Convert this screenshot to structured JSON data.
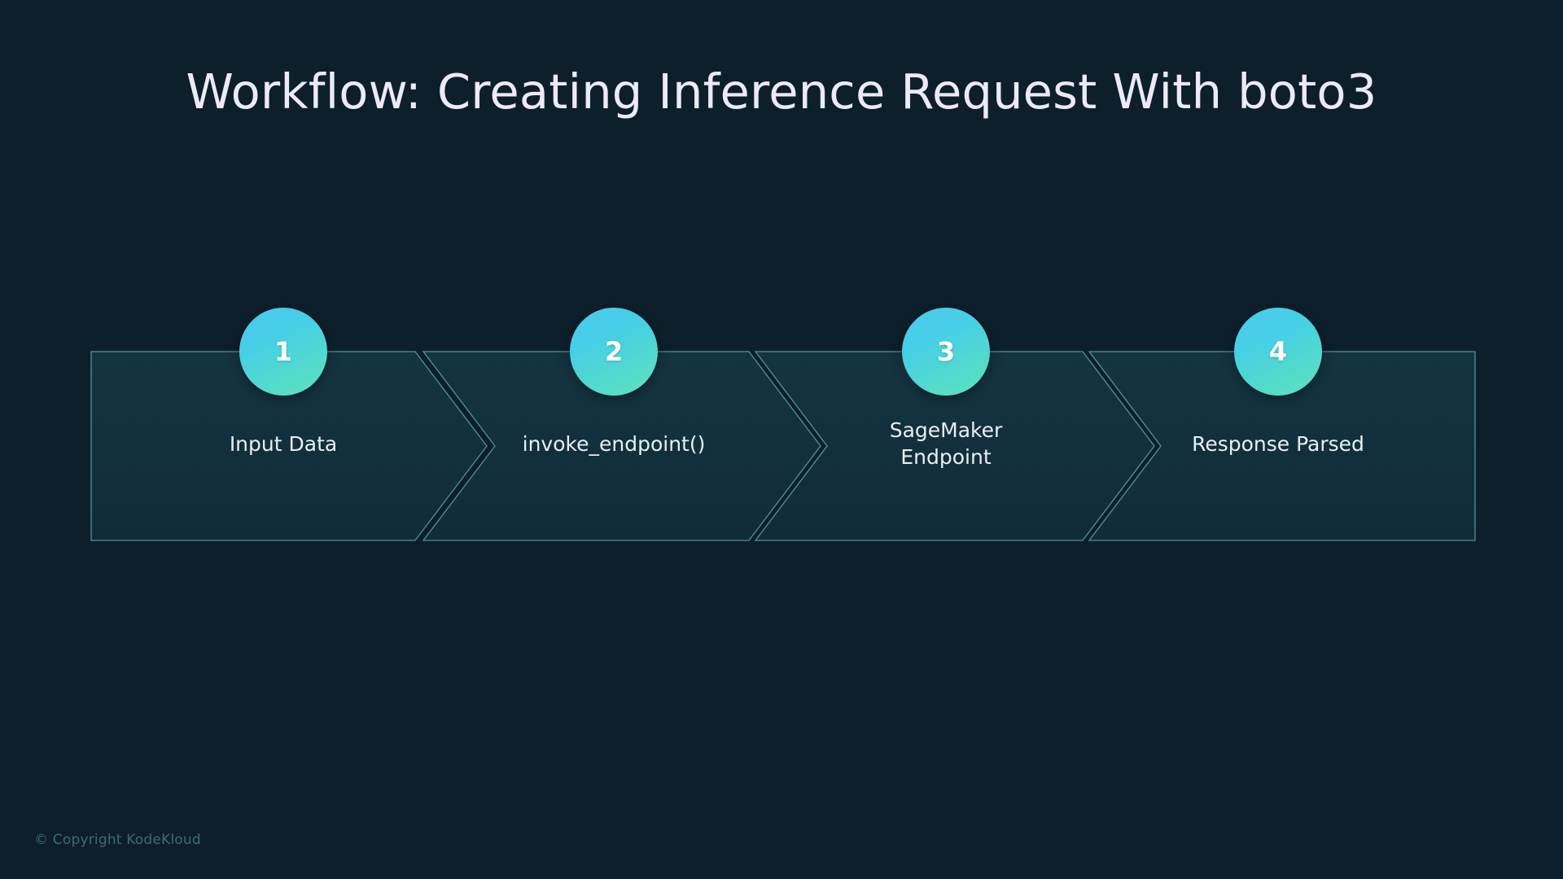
{
  "slide": {
    "title": "Workflow: Creating Inference Request With boto3",
    "background_color": "#0d1f2b",
    "title_color": "#eceaf6",
    "accent_start_color": "#4cc8ee",
    "accent_end_color": "#62e3bf",
    "shape_stroke_color": "#7fd4d8",
    "label_color": "#e9eef2"
  },
  "footer": {
    "copyright": "© Copyright KodeKloud",
    "color": "#3f6b75"
  },
  "chart_data": {
    "type": "diagram",
    "subtype": "chevron-process-flow",
    "title": "Workflow: Creating Inference Request With boto3",
    "orientation": "horizontal",
    "step_count": 4,
    "steps": [
      {
        "number": "1",
        "label": "Input Data"
      },
      {
        "number": "2",
        "label": "invoke_endpoint()"
      },
      {
        "number": "3",
        "label": "SageMaker\nEndpoint"
      },
      {
        "number": "4",
        "label": "Response Parsed"
      }
    ]
  }
}
